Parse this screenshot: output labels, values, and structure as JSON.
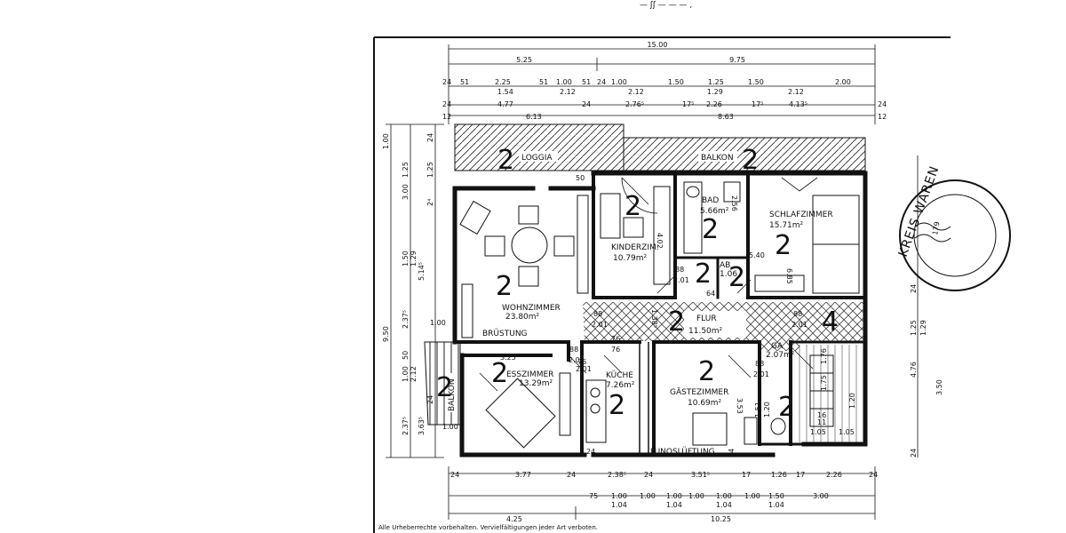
{
  "scribble": "— ʃʃ — — — ,",
  "dims_top": {
    "r1": [
      "15.00"
    ],
    "r2": [
      "5.25",
      "9.75"
    ],
    "r3": [
      "24",
      "51",
      "2.25",
      "51",
      "1.00",
      "51",
      "24",
      "1.00",
      "1.50",
      "1.25",
      "1.50",
      "2.00"
    ],
    "r4": [
      "1.54",
      "2.12",
      "2.12",
      "1.29",
      "2.12"
    ],
    "r5": [
      "24",
      "4.77",
      "24",
      "2.76⁵",
      "17⁵",
      "2.26",
      "17⁵",
      "4.13⁵",
      "24"
    ],
    "r6": [
      "12",
      "6.13",
      "8.63",
      "12"
    ]
  },
  "dims_left": {
    "outer": [
      "9.50"
    ],
    "mid": [
      "1.25",
      "3.00",
      "1.50",
      "1.29",
      "5.14⁵",
      "2.37⁵",
      "1.00",
      "50",
      "2.12",
      "2.37⁵",
      "3.63⁵"
    ],
    "inner": [
      "1.00",
      "1.25",
      "24",
      "2⁴",
      "1.00",
      "24",
      "1.00"
    ]
  },
  "dims_right": [
    "24",
    "1.25",
    "1.29",
    "4.76",
    "3.50",
    "24"
  ],
  "dims_bottom": {
    "r1": [
      "24",
      "3.77",
      "24",
      "2.38⁵",
      "24",
      "3.51⁵",
      "17",
      "1.26",
      "17",
      "2.26",
      "24"
    ],
    "r2": [
      "75",
      "1.00",
      "1.00",
      "1.00",
      "1.00",
      "1.00",
      "1.00"
    ],
    "r2b": [
      "1.04",
      "1.04",
      "1.04",
      "1.04"
    ],
    "r2c": [
      "1.50",
      "3.00"
    ],
    "r3": [
      "4.25",
      "10.25"
    ]
  },
  "rooms": {
    "loggia": "LOGGIA",
    "balkon_top": "BALKON",
    "wohnzimmer": "WOHNZIMMER",
    "wohnzimmer_area": "23.80m²",
    "kinderzim": "KINDERZIM.",
    "kinderzim_area": "10.79m²",
    "bad": "BAD",
    "bad_area": "5.66m²",
    "schlafzimmer": "SCHLAFZIMMER",
    "schlafzimmer_area": "15.71m²",
    "ab": "AB",
    "ab_area": "1.06",
    "flur": "FLUR",
    "flur_area": "11.50m²",
    "brustung": "BRÜSTUNG",
    "esszimmer": "ESSZIMMER",
    "esszimmer_area": "13.29m²",
    "kuche": "KÜCHE",
    "kuche_area": "7.26m²",
    "gastezimmer": "GÄSTEZIMMER",
    "gastezimmer_area": "10.69m²",
    "ga": "GA",
    "ga_area": "2.07m²",
    "balkon_left": "BALKON",
    "lunosluftung": "LUNOSLÜFTUNG"
  },
  "small_labels": {
    "w50": "50",
    "k402": "4.02",
    "b256": "2.56",
    "r88a": "88",
    "r201a": "2.01",
    "r88b": "88",
    "r201b": "2.01",
    "r88c": "88",
    "r201c": "2.01",
    "r88d": "88",
    "r201d": "2.01",
    "r88e": "88",
    "r201e": "2.01",
    "r76": "76",
    "r201f": "2.01",
    "r138": "1.38⁵",
    "r325": "3.25",
    "r685": "6.85",
    "r540": "5.40",
    "r76b": "76",
    "r76c": "76",
    "r64": "64",
    "r105a": "1.05",
    "r105b": "1.05",
    "r120": "1.20",
    "r175": "1.75",
    "r176": "1.76",
    "r16": "16",
    "r11": "11",
    "r353": "3.53",
    "r24a": "24",
    "r24b": "24",
    "r151": "1.51",
    "r120b": "1.20"
  },
  "room_numbers": [
    "2",
    "2",
    "2",
    "2",
    "2",
    "2",
    "2",
    "2",
    "2",
    "2",
    "2",
    "2",
    "2",
    "4",
    "2"
  ],
  "stamp_text": "KREIS WAREN",
  "stamp_num": "179",
  "footer": "Alle Urheberrechte vorbehalten. Vervielfältigungen jeder Art verboten."
}
